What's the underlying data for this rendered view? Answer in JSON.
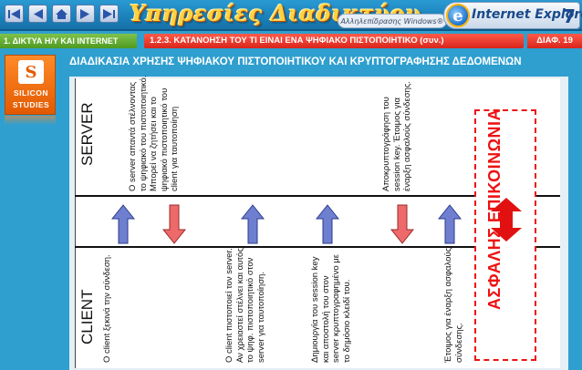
{
  "banner": {
    "title": "Υπηρεσίες Διαδικτύου",
    "windows_badge": "Αλληλεπίδρασης Windows®",
    "ie_brand": "Internet Explorer",
    "ie_version": "7",
    "nav_buttons": [
      "first-icon",
      "previous-icon",
      "home-icon",
      "next-icon",
      "last-icon"
    ]
  },
  "header": {
    "section": "1. ΔΙΚΤΥΑ Η/Υ ΚΑΙ INTERNET",
    "topic": "1.2.3. ΚΑΤΑΝΟΗΣΗ ΤΟΥ ΤΙ ΕΙΝΑΙ ΕΝΑ ΨΗΦΙΑΚΟ ΠΙΣΤΟΠΟΙΗΤΙΚΟ (συν.)",
    "slide": "ΔΙΑΦ. 19"
  },
  "logo": {
    "mark": "S",
    "line1": "SILICON",
    "line2": "STUDIES"
  },
  "main": {
    "heading": "ΔΙΑΔΙΚΑΣΙΑ ΧΡΗΣΗΣ ΨΗΦΙΑΚΟΥ ΠΙΣΤΟΠΟΙΗΤΙΚΟΥ ΚΑΙ ΚΡΥΠΤΟΓΡΑΦΗΣΗΣ ΔΕΔΟΜΕΝΩΝ",
    "server_label": "SERVER",
    "client_label": "CLIENT",
    "server_note_1": [
      "Ο server απαντά στέλνοντας",
      "το ψηφιακό του πιστοποιητικό.",
      "Μπορεί να ζητήσει και το",
      "ψηφιακό πιστοποιητικό του",
      "client για ταυτοποίηση"
    ],
    "server_note_2": [
      "Αποκρυπτογράφηση του",
      "session key. Έτοιμος για",
      "έναρξη ασφαλούς σύνδεσης."
    ],
    "client_note_1": [
      "Ο client ξεκινά την σύνδεση."
    ],
    "client_note_2": [
      "Ο client πιστοποιεί τον server.",
      "Αν χρειαστεί στέλνει και αυτός",
      "το ψηφ. πιστοποιητικό στον",
      "server για ταυτοποίηση."
    ],
    "client_note_3": [
      "Δημιουργία του session key",
      "και αποστολή του στον",
      "server κρυπτογραφημένο με",
      "το δημόσιο κλειδί του."
    ],
    "client_note_4": [
      "Έτοιμος για έναρξη ασφαλούς",
      "σύνδεσης."
    ],
    "secure_label": "ΑΣΦΑΛΗΣ ΕΠΙΚΟΙΝΩΝΙΑ",
    "arrows": [
      "up",
      "down",
      "up",
      "up",
      "down",
      "up",
      "both"
    ],
    "colors": {
      "up_arrow": "#6f7fd0",
      "down_arrow": "#ee6a6a",
      "secure": "#e11111"
    }
  }
}
